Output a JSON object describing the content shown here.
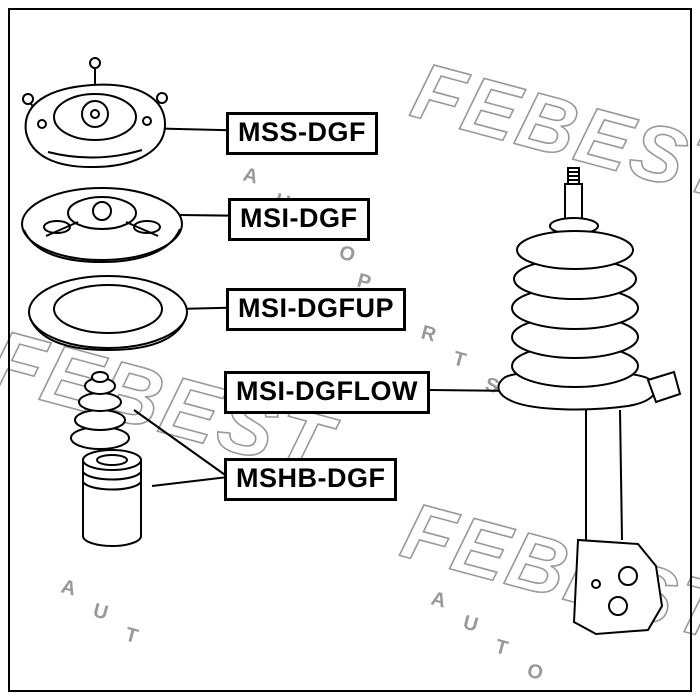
{
  "diagram": {
    "parts": [
      {
        "label": "MSS-DGF"
      },
      {
        "label": "MSI-DGF"
      },
      {
        "label": "MSI-DGFUP"
      },
      {
        "label": "MSI-DGFLOW"
      },
      {
        "label": "MSHB-DGF"
      }
    ]
  },
  "watermark": {
    "brand": "FEBEST",
    "letters": [
      "A",
      "U",
      "T",
      "O",
      "P",
      "A",
      "R",
      "T",
      "S",
      "A",
      "U",
      "T",
      "O",
      "A",
      "U",
      "T"
    ]
  },
  "colors": {
    "line": "#000000",
    "background": "#ffffff",
    "watermark": "#999999",
    "label_text": "#000000"
  }
}
